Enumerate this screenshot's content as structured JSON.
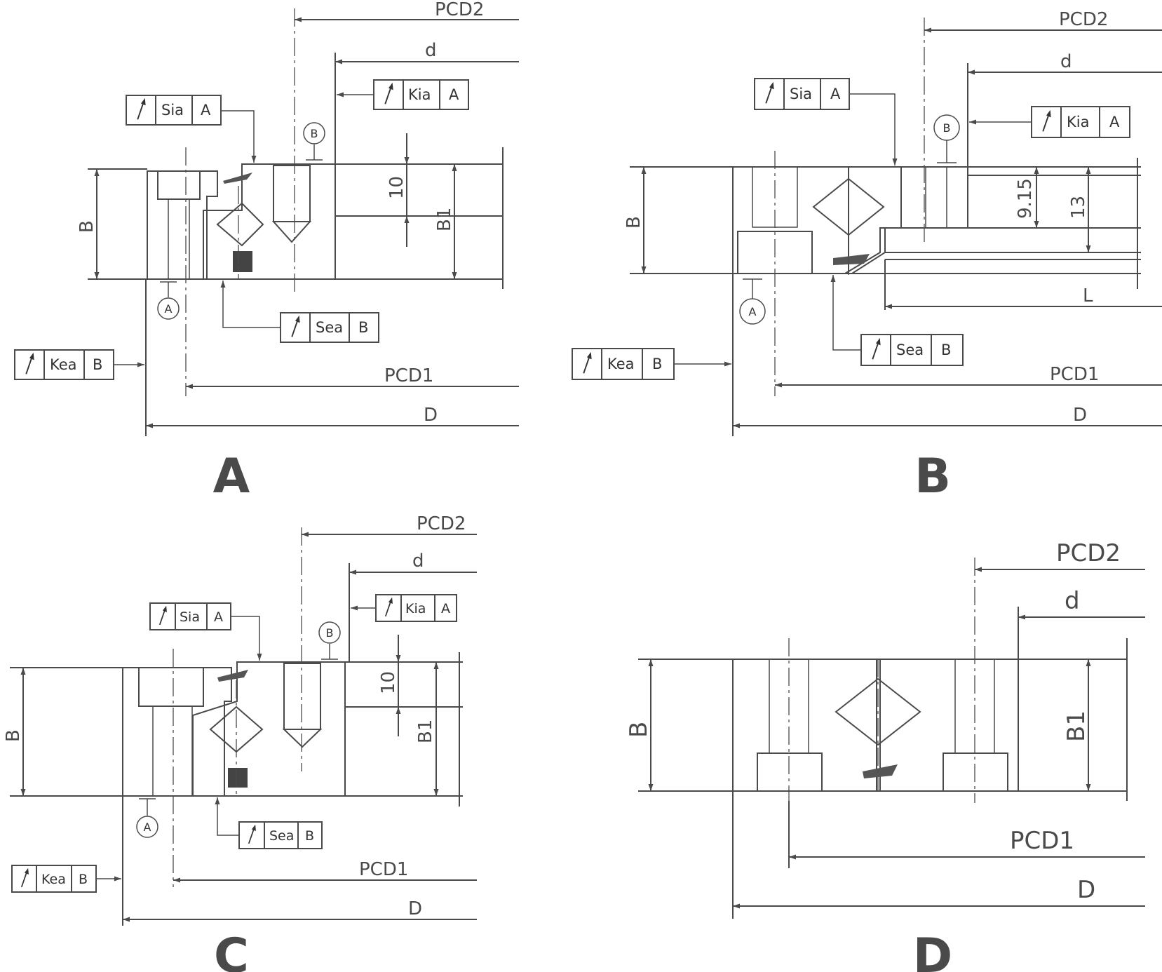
{
  "colors": {
    "line": "#4a4a4a",
    "frame_highlight": "#d9ecff",
    "background": "#ffffff"
  },
  "icons": {
    "runout_symbol": "runout-arrow-icon"
  },
  "panels": [
    {
      "id": "A",
      "label": "A",
      "dims": {
        "pcd2": "PCD2",
        "d": "d",
        "h": "10",
        "b1": "B1",
        "b": "B",
        "pcd1": "PCD1",
        "D": "D"
      },
      "fcf": {
        "sia": {
          "tol": "Sia",
          "datum": "A"
        },
        "kia": {
          "tol": "Kia",
          "datum": "A"
        },
        "sea": {
          "tol": "Sea",
          "datum": "B"
        },
        "kea": {
          "tol": "Kea",
          "datum": "B"
        }
      },
      "datums": {
        "top": "B",
        "bottom": "A"
      }
    },
    {
      "id": "B",
      "label": "B",
      "dims": {
        "pcd2": "PCD2",
        "d": "d",
        "h1": "9.15",
        "h2": "13",
        "b": "B",
        "L": "L",
        "pcd1": "PCD1",
        "D": "D"
      },
      "fcf": {
        "sia": {
          "tol": "Sia",
          "datum": "A"
        },
        "kia": {
          "tol": "Kia",
          "datum": "A"
        },
        "sea": {
          "tol": "Sea",
          "datum": "B"
        },
        "kea": {
          "tol": "Kea",
          "datum": "B"
        }
      },
      "datums": {
        "top": "B",
        "bottom": "A"
      }
    },
    {
      "id": "C",
      "label": "C",
      "dims": {
        "pcd2": "PCD2",
        "d": "d",
        "h": "10",
        "b1": "B1",
        "b": "B",
        "pcd1": "PCD1",
        "D": "D"
      },
      "fcf": {
        "sia": {
          "tol": "Sia",
          "datum": "A"
        },
        "kia": {
          "tol": "Kia",
          "datum": "A"
        },
        "sea": {
          "tol": "Sea",
          "datum": "B"
        },
        "kea": {
          "tol": "Kea",
          "datum": "B"
        }
      },
      "datums": {
        "top": "B",
        "bottom": "A"
      }
    },
    {
      "id": "D",
      "label": "D",
      "dims": {
        "pcd2": "PCD2",
        "d": "d",
        "b": "B",
        "b1": "B1",
        "pcd1": "PCD1",
        "D": "D"
      }
    }
  ]
}
